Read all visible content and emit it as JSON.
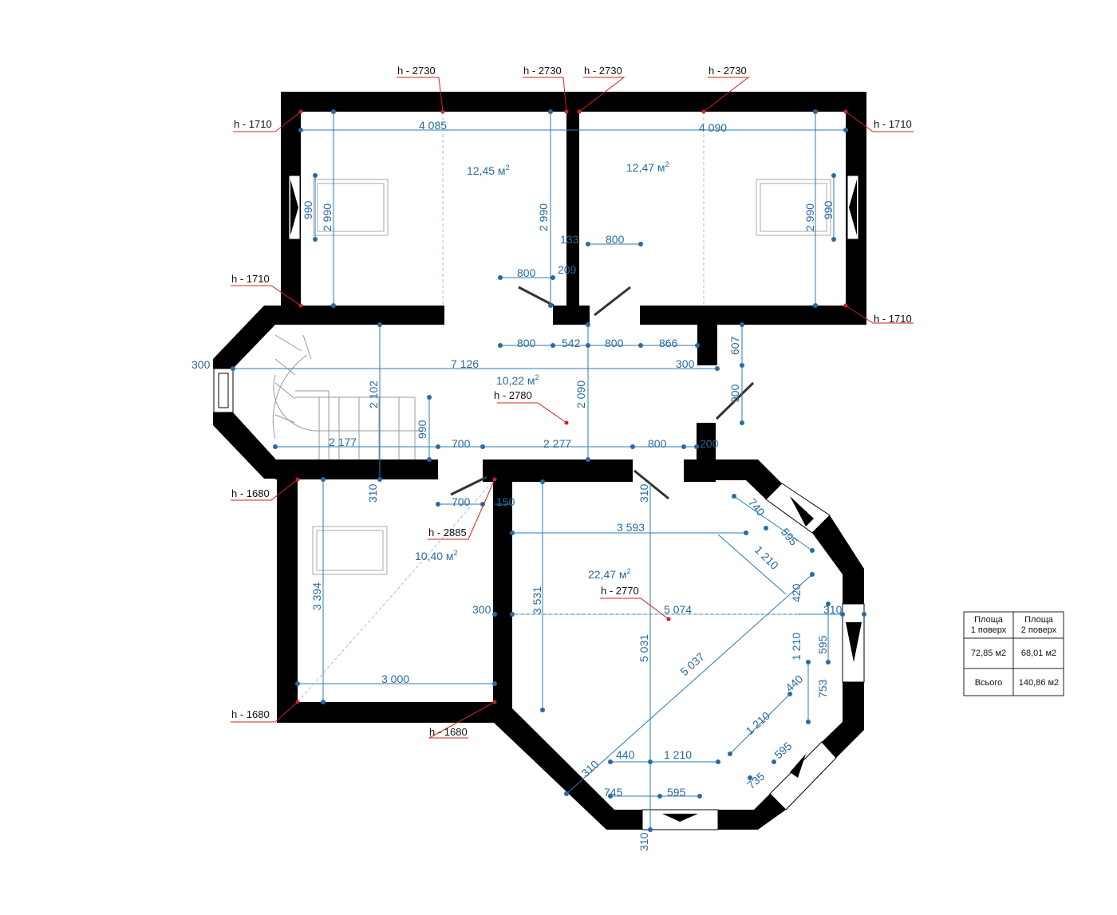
{
  "height_marks": [
    {
      "text": "h - 2730"
    },
    {
      "text": "h - 2730"
    },
    {
      "text": "h - 2730"
    },
    {
      "text": "h - 2730"
    },
    {
      "text": "h - 1710"
    },
    {
      "text": "h - 1710"
    },
    {
      "text": "h - 1710"
    },
    {
      "text": "h - 1710"
    },
    {
      "text": "h - 2780"
    },
    {
      "text": "h - 1680"
    },
    {
      "text": "h - 2885"
    },
    {
      "text": "h - 2770"
    },
    {
      "text": "h - 1680"
    },
    {
      "text": "h - 1680"
    }
  ],
  "areas": [
    {
      "value": "12,45 м",
      "sup": "2"
    },
    {
      "value": "12,47 м",
      "sup": "2"
    },
    {
      "value": "10,22 м",
      "sup": "2"
    },
    {
      "value": "10,40 м",
      "sup": "2"
    },
    {
      "value": "22,47 м",
      "sup": "2"
    }
  ],
  "dimensions": [
    "4 085",
    "4 090",
    "2 990",
    "990",
    "2 990",
    "2 990",
    "990",
    "133",
    "800",
    "800",
    "209",
    "800",
    "542",
    "800",
    "866",
    "607",
    "300",
    "7 126",
    "300",
    "900",
    "2 102",
    "2 090",
    "2 177",
    "990",
    "700",
    "2 277",
    "800",
    "200",
    "310",
    "700",
    "150",
    "310",
    "740",
    "595",
    "3 593",
    "1 210",
    "420",
    "300",
    "3 531",
    "5 074",
    "310",
    "3 394",
    "5 031",
    "5 037",
    "1 210",
    "595",
    "440",
    "753",
    "3 000",
    "1 210",
    "595",
    "440",
    "1 210",
    "735",
    "310",
    "745",
    "595",
    "310"
  ],
  "summary_table": {
    "col1_header": "Площа\n1 поверх",
    "col2_header": "Площа\n2 поверх",
    "row1_col1": "72,85 м2",
    "row1_col2": "68,01 м2",
    "row2_col1": "Всього",
    "row2_col2": "140,86 м2"
  }
}
